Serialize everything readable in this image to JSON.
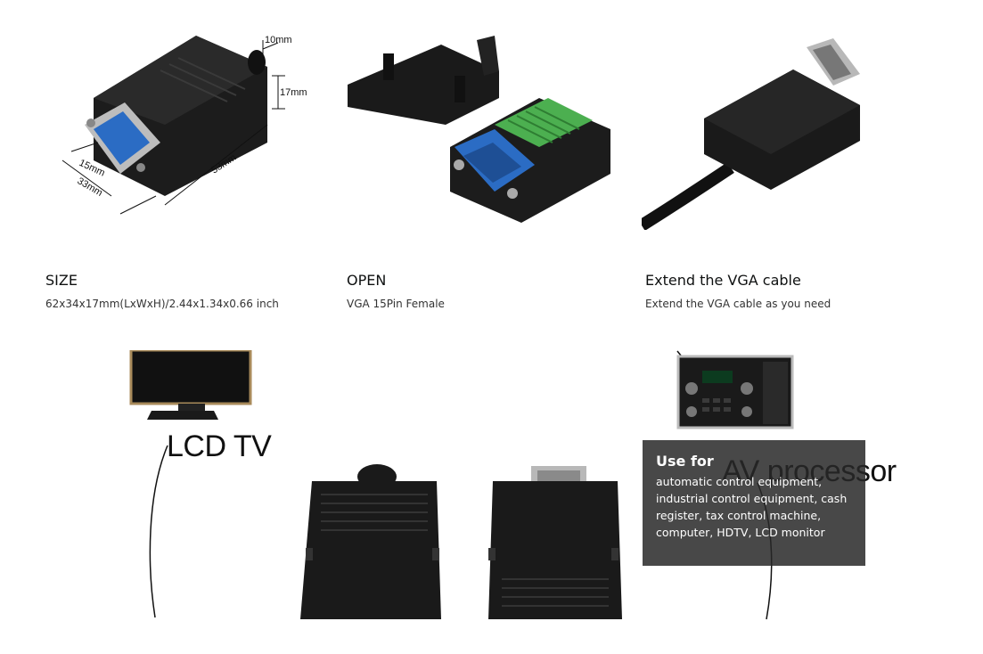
{
  "tiles": [
    {
      "title": "SIZE",
      "subtitle": "62x34x17mm(LxWxH)/2.44x1.34x0.66 inch",
      "dimensions": [
        "10mm",
        "17mm",
        "15mm",
        "33mm",
        "53mm"
      ]
    },
    {
      "title": "OPEN",
      "subtitle": "VGA 15Pin Female"
    },
    {
      "title": "Extend the VGA cable",
      "subtitle": "Extend the VGA cable as you need"
    }
  ],
  "lower": {
    "lcd_label": "LCD TV",
    "av_label": "AV processor",
    "use_for": {
      "heading": "Use for",
      "text": "automatic control equipment, industrial control equipment, cash register, tax control machine, computer, HDTV, LCD monitor"
    }
  },
  "colors": {
    "connector_black": "#1a1a1a",
    "vga_blue": "#2b6cc4",
    "terminal_green": "#4caf50",
    "overlay_bg": "#333333"
  }
}
